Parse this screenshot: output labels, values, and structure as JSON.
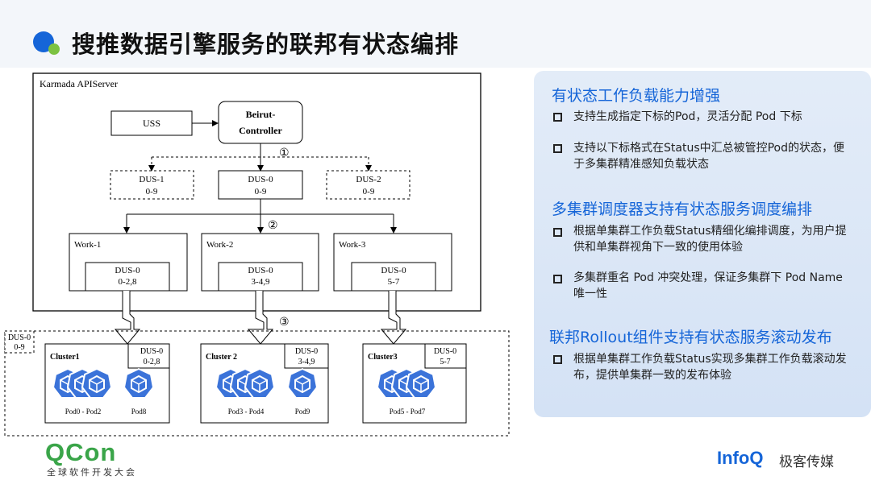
{
  "header": {
    "title": "搜推数据引擎服务的联邦有状态编排"
  },
  "diagram": {
    "apiserver_label": "Karmada APIServer",
    "uss": "USS",
    "controller_line1": "Beirut-",
    "controller_line2": "Controller",
    "dus1_name": "DUS-1",
    "dus1_range": "0-9",
    "dus0_name": "DUS-0",
    "dus0_range": "0-9",
    "dus2_name": "DUS-2",
    "dus2_range": "0-9",
    "step1": "①",
    "step2": "②",
    "step3": "③",
    "work1": "Work-1",
    "work2": "Work-2",
    "work3": "Work-3",
    "w1_dus_name": "DUS-0",
    "w1_dus_range": "0-2,8",
    "w2_dus_name": "DUS-0",
    "w2_dus_range": "3-4,9",
    "w3_dus_name": "DUS-0",
    "w3_dus_range": "5-7",
    "outer_dus_name": "DUS-0",
    "outer_dus_range": "0-9",
    "cluster1": "Cluster1",
    "cluster2": "Cluster 2",
    "cluster3": "Cluster3",
    "c1_dus_name": "DUS-0",
    "c1_dus_range": "0-2,8",
    "c2_dus_name": "DUS-0",
    "c2_dus_range": "3-4,9",
    "c3_dus_name": "DUS-0",
    "c3_dus_range": "5-7",
    "c1_pods_a": "Pod0 - Pod2",
    "c1_pods_b": "Pod8",
    "c2_pods_a": "Pod3 - Pod4",
    "c2_pods_b": "Pod9",
    "c3_pods_a": "Pod5 - Pod7",
    "pod_icon": "kubernetes-pod-icon",
    "pod_icon_color": "#3b73d9"
  },
  "panel": {
    "s1_title": "有状态工作负载能力增强",
    "s1_b1": "支持生成指定下标的Pod，灵活分配 Pod 下标",
    "s1_b2": "支持以下标格式在Status中汇总被管控Pod的状态，便于多集群精准感知负载状态",
    "s2_title": "多集群调度器支持有状态服务调度编排",
    "s2_b1": "根据单集群工作负载Status精细化编排调度，为用户提供和单集群视角下一致的使用体验",
    "s2_b2": "多集群重名 Pod 冲突处理，保证多集群下 Pod Name 唯一性",
    "s3_title": "联邦Rollout组件支持有状态服务滚动发布",
    "s3_b1": "根据单集群工作负载Status实现多集群工作负载滚动发布，提供单集群一致的发布体验"
  },
  "footer": {
    "qcon_logo": "QCon",
    "qcon_sub": "全球软件开发大会",
    "infoq_logo": "InfoQ",
    "infoq_sub": "极客传媒"
  },
  "colors": {
    "accent": "#1565d8",
    "green": "#7cc242"
  }
}
